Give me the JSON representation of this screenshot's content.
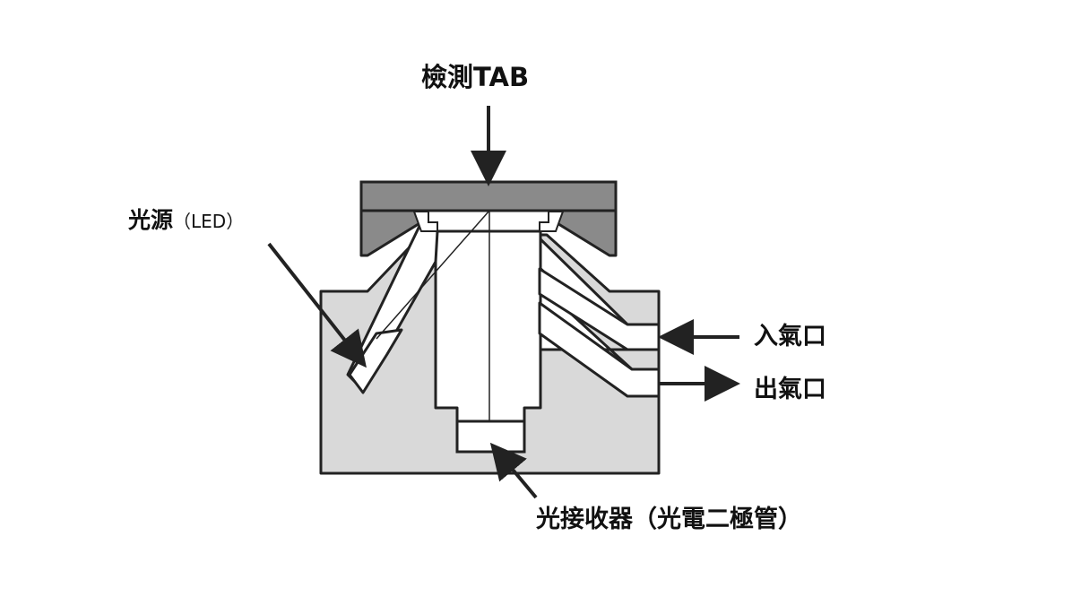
{
  "labels": {
    "tab": "檢測TAB",
    "light_source": "光源",
    "light_source_suffix": "（LED）",
    "inlet": "入氣口",
    "outlet": "出氣口",
    "receiver": "光接收器（光電二極管）"
  },
  "colors": {
    "body": "#d9d9d9",
    "tab_plate": "#8a8a8a",
    "outline": "#222222",
    "cavity": "#ffffff"
  }
}
